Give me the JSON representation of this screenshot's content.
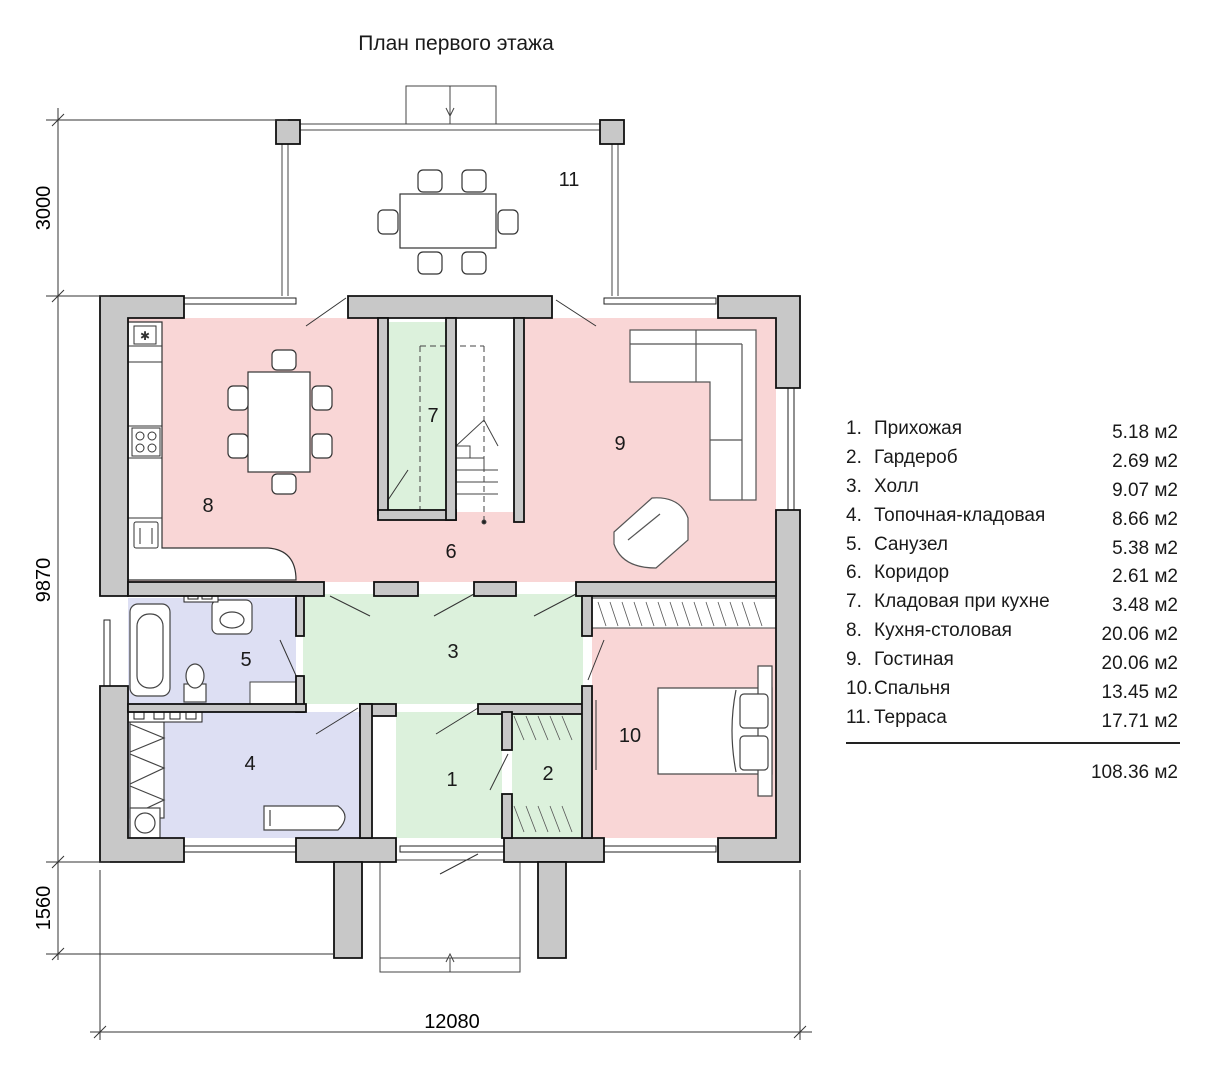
{
  "title": "План первого этажа",
  "colors": {
    "wall": "#c8c8c8",
    "wall_stroke": "#111111",
    "pink": "#f9d6d6",
    "green": "#dcf1dc",
    "lavender": "#dddff3",
    "furniture": "#ffffff"
  },
  "dimensions": [
    {
      "id": "terrace_depth",
      "value": "3000"
    },
    {
      "id": "house_depth",
      "value": "9870"
    },
    {
      "id": "porch_depth",
      "value": "1560"
    },
    {
      "id": "house_width",
      "value": "12080"
    }
  ],
  "room_labels": [
    "1",
    "2",
    "3",
    "4",
    "5",
    "6",
    "7",
    "8",
    "9",
    "10",
    "11"
  ],
  "rooms": [
    {
      "num": "1.",
      "name": "Прихожая",
      "area": "5.18 м2"
    },
    {
      "num": "2.",
      "name": "Гардероб",
      "area": "2.69 м2"
    },
    {
      "num": "3.",
      "name": "Холл",
      "area": "9.07 м2"
    },
    {
      "num": "4.",
      "name": "Топочная-кладовая",
      "area": "8.66 м2"
    },
    {
      "num": "5.",
      "name": "Санузел",
      "area": "5.38 м2"
    },
    {
      "num": "6.",
      "name": "Коридор",
      "area": "2.61 м2"
    },
    {
      "num": "7.",
      "name": "Кладовая при кухне",
      "area": "3.48 м2"
    },
    {
      "num": "8.",
      "name": "Кухня-столовая",
      "area": "20.06 м2"
    },
    {
      "num": "9.",
      "name": "Гостиная",
      "area": "20.06 м2"
    },
    {
      "num": "10.",
      "name": "Спальня",
      "area": "13.45 м2"
    },
    {
      "num": "11.",
      "name": "Терраса",
      "area": "17.71 м2"
    }
  ],
  "total_area": "108.36 м2"
}
